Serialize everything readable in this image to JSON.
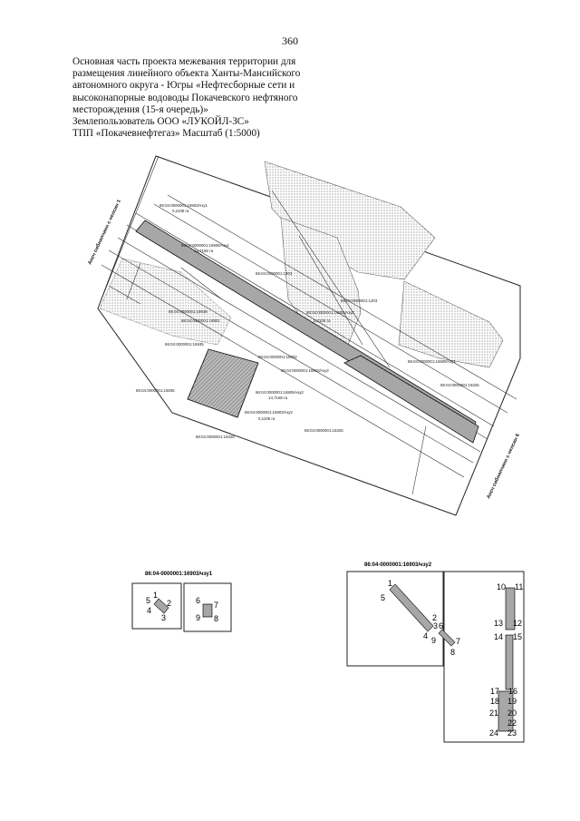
{
  "page": {
    "number": "360"
  },
  "header": {
    "lines": [
      "Основная часть проекта межевания территории для",
      "размещения линейного объекта Ханты-Мансийского",
      "автономного округа - Югры «Нефтесборные сети и",
      "высоконапорные водоводы Покачевского нефтяного",
      "месторождения (15-я очередь)»",
      "Землепользователь ООО «ЛУКОЙЛ-ЗС»",
      "ТПП «Покачевнефтегаз» Масштаб (1:5000)"
    ]
  },
  "map": {
    "axis_labels": [
      "Ансч сибнилчинн с нелсин 1",
      "Ансч сибнилчинн с нелсин 6"
    ],
    "parcel_labels": [
      "86:04:0000001:16903/чзу1",
      "86:04:0000001:16903/чзу2",
      "86:04:0000001:16905/чзу1",
      "86:04:0000001:16905/чзу2",
      "86:04:0000001:1203",
      "86:04:0000001:16935",
      "86:04:0000001:18902",
      "86:04:0000001:16325"
    ],
    "areas": [
      "0,1108 га",
      "14,7168 га",
      "0,2108 га",
      "14,7168 га"
    ]
  },
  "insets": {
    "left_title": "86:04-0000001:16903/чзу1",
    "right_title": "86:04-0000001:16903/чзу2",
    "left_points_a": [
      "1",
      "2",
      "3",
      "4",
      "5"
    ],
    "left_points_b": [
      "6",
      "7",
      "8",
      "9"
    ],
    "right_points_a": [
      "1",
      "2",
      "3",
      "4",
      "5",
      "6",
      "7",
      "8",
      "9"
    ],
    "right_points_b": [
      "10",
      "11",
      "12",
      "13",
      "14",
      "15",
      "16",
      "17",
      "18",
      "19",
      "20",
      "21",
      "22",
      "23",
      "24"
    ]
  }
}
